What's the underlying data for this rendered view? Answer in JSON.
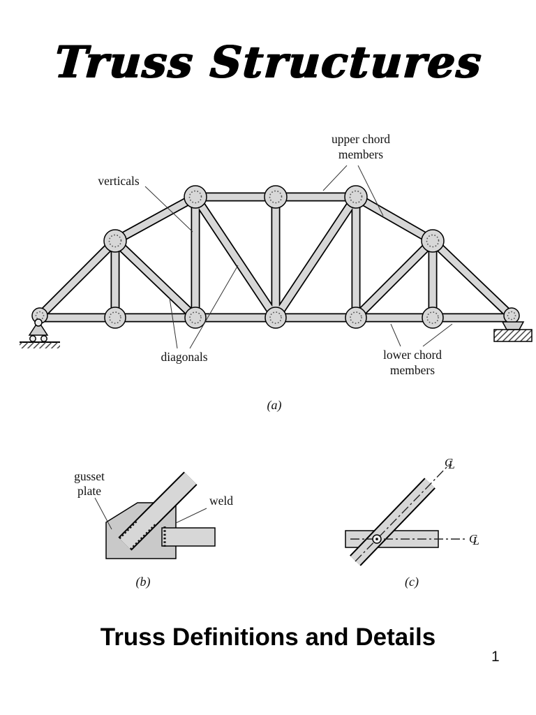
{
  "page": {
    "title": "Truss Structures",
    "heading": "Truss Definitions and Details",
    "page_number": "1"
  },
  "figure_a": {
    "caption": "(a)",
    "labels": {
      "verticals": "verticals",
      "upper_chord_1": "upper chord",
      "upper_chord_2": "members",
      "diagonals": "diagonals",
      "lower_chord_1": "lower chord",
      "lower_chord_2": "members"
    }
  },
  "figure_b": {
    "caption": "(b)",
    "labels": {
      "gusset_1": "gusset",
      "gusset_2": "plate",
      "weld": "weld"
    }
  },
  "figure_c": {
    "caption": "(c)",
    "labels": {
      "cl_c": "C",
      "cl_l": "L"
    }
  },
  "colors": {
    "member_fill": "#d7d7d7",
    "outline": "#000000",
    "background": "#ffffff"
  }
}
